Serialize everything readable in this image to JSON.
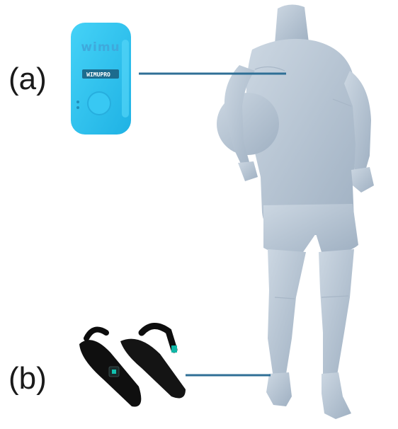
{
  "labels": {
    "a": "(a)",
    "b": "(b)"
  },
  "device": {
    "logo": "wimu",
    "model": "WIMUPRO",
    "color": "#2ec4f0"
  },
  "colors": {
    "mannequin": "#bcc9d6",
    "connector": "#2f6f96",
    "insole": "#111111"
  }
}
